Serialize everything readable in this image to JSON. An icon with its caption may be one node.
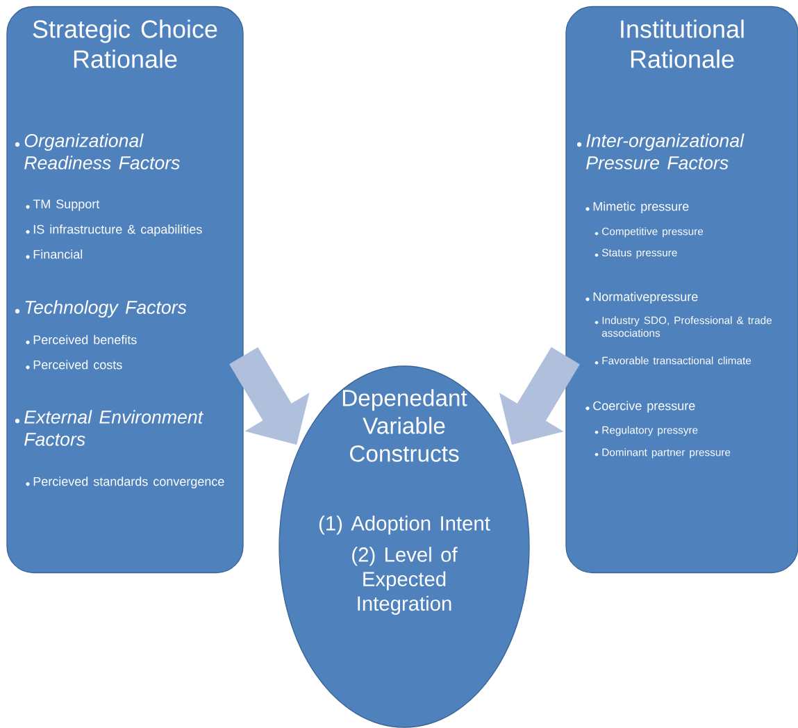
{
  "diagram": {
    "nodes": [
      {
        "text": [
          "Strategic Choice Rationale",
          "Organizational Readiness Factors",
          "TM Support",
          "IS infrastructure & capabilities",
          "Financial",
          "Technology Factors",
          "Perceived benefits",
          "Perceived costs",
          "External Environment Factors",
          "Percieved standards convergence"
        ]
      },
      {
        "text": [
          "Institutional Rationale",
          "Inter-organizational Pressure Factors",
          "Mimetic pressure",
          "Competitive pressure",
          "Status pressure",
          "Normativepressure",
          "Industry SDO, Professional & trade associations",
          "Favorable transactional climate",
          "Coercive  pressure",
          "Regulatory pressyre",
          "Dominant partner pressure"
        ]
      },
      {
        "text": [
          "Depenedant Variable Constructs",
          "(1) Adoption Intent",
          "(2) Level of Expected Integration"
        ]
      }
    ],
    "edges": [
      {
        "from": 0,
        "to": 2,
        "arrow": "to"
      },
      {
        "from": 1,
        "to": 2,
        "arrow": "to"
      }
    ]
  }
}
